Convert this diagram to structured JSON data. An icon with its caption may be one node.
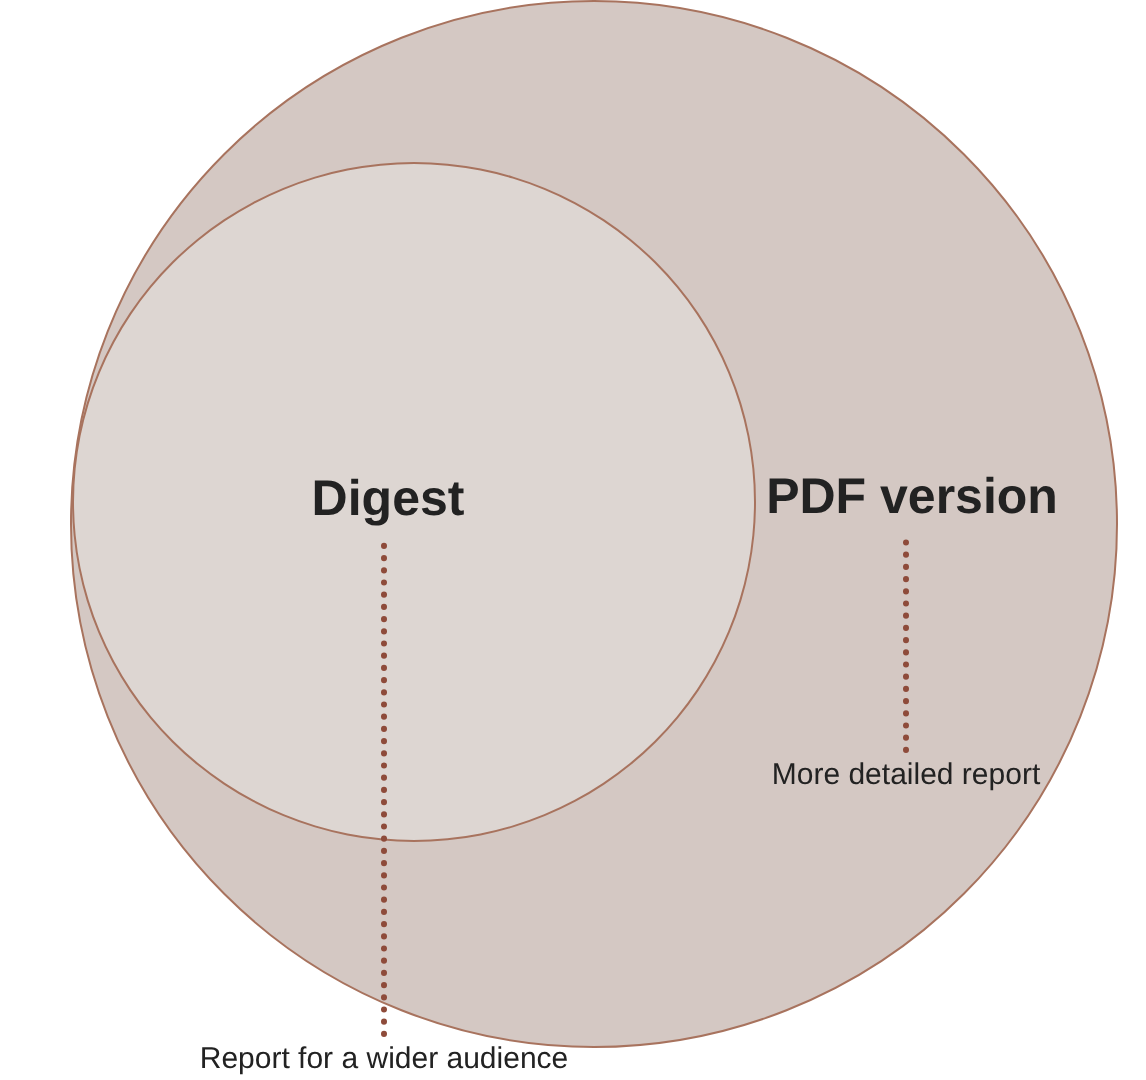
{
  "diagram": {
    "nodes": [
      {
        "text": [
          "PDF version"
        ]
      },
      {
        "text": [
          "Digest"
        ],
        "in": 0
      },
      {
        "text": [
          "More detailed report"
        ],
        "in": 0
      },
      {
        "text": [
          "Report for a wider audience"
        ]
      }
    ],
    "edges": [
      {
        "from": 2,
        "to": 0,
        "arrow": "none"
      },
      {
        "from": 3,
        "to": 1,
        "arrow": "none"
      }
    ]
  }
}
